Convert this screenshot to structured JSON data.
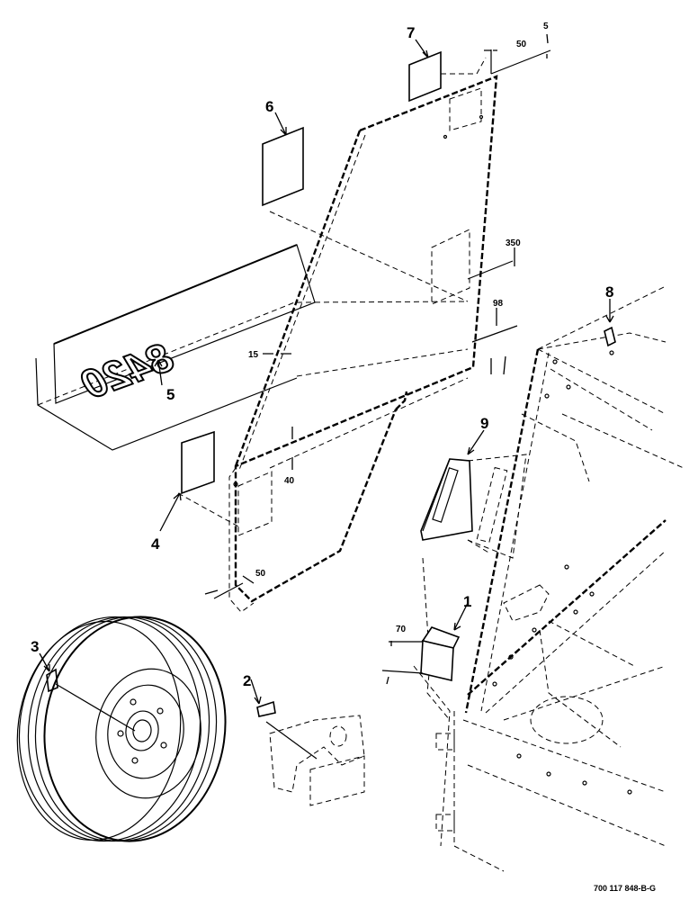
{
  "callouts": {
    "c1": "1",
    "c2": "2",
    "c3": "3",
    "c4": "4",
    "c5": "5",
    "c6": "6",
    "c7": "7",
    "c8": "8",
    "c9": "9"
  },
  "dimensions": {
    "d5": "5",
    "d50_top": "50",
    "d350": "350",
    "d98": "98",
    "d15": "15",
    "d40": "40",
    "d50_bottom": "50",
    "d70": "70"
  },
  "decal_text": "8420",
  "drawing_number": "700 117 848-B-G"
}
